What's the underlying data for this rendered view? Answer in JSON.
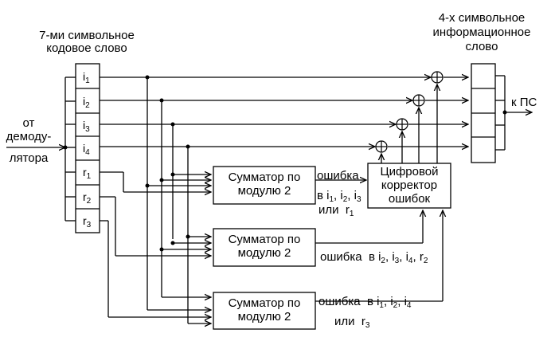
{
  "labels": {
    "codeword_title_1": "7-ми символьное",
    "codeword_title_2": "кодовое слово",
    "info_title_1": "4-х символьное",
    "info_title_2": "информационное",
    "info_title_3": "слово",
    "input_1": "от",
    "input_2": "демоду-",
    "input_3": "лятора",
    "output": "к ПС"
  },
  "codeword_cells": [
    {
      "sym": "i",
      "sub": "1"
    },
    {
      "sym": "i",
      "sub": "2"
    },
    {
      "sym": "i",
      "sub": "3"
    },
    {
      "sym": "i",
      "sub": "4"
    },
    {
      "sym": "r",
      "sub": "1"
    },
    {
      "sym": "r",
      "sub": "2"
    },
    {
      "sym": "r",
      "sub": "3"
    }
  ],
  "adders": [
    {
      "line1": "Сумматор по",
      "line2": "модулю 2"
    },
    {
      "line1": "Сумматор по",
      "line2": "модулю 2"
    },
    {
      "line1": "Сумматор по",
      "line2": "модулю 2"
    }
  ],
  "corrector": {
    "line1": "Цифровой",
    "line2": "корректор",
    "line3": "ошибок"
  },
  "errors": {
    "e1_word": "ошибка",
    "e1_in": "в",
    "e1_syms": [
      {
        "sym": "i",
        "sub": "1"
      },
      {
        "sym": "i",
        "sub": "2"
      },
      {
        "sym": "i",
        "sub": "3"
      }
    ],
    "e1_or": "или",
    "e1_alt": {
      "sym": "r",
      "sub": "1"
    },
    "e2_word": "ошибка",
    "e2_in": "в",
    "e2_syms": [
      {
        "sym": "i",
        "sub": "2"
      },
      {
        "sym": "i",
        "sub": "3"
      },
      {
        "sym": "i",
        "sub": "4"
      },
      {
        "sym": "r",
        "sub": "2"
      }
    ],
    "e3_word": "ошибка",
    "e3_in": "в",
    "e3_syms": [
      {
        "sym": "i",
        "sub": "1"
      },
      {
        "sym": "i",
        "sub": "2"
      },
      {
        "sym": "i",
        "sub": "4"
      }
    ],
    "e3_or": "или",
    "e3_alt": {
      "sym": "r",
      "sub": "3"
    }
  },
  "xor_symbol": "⊕"
}
